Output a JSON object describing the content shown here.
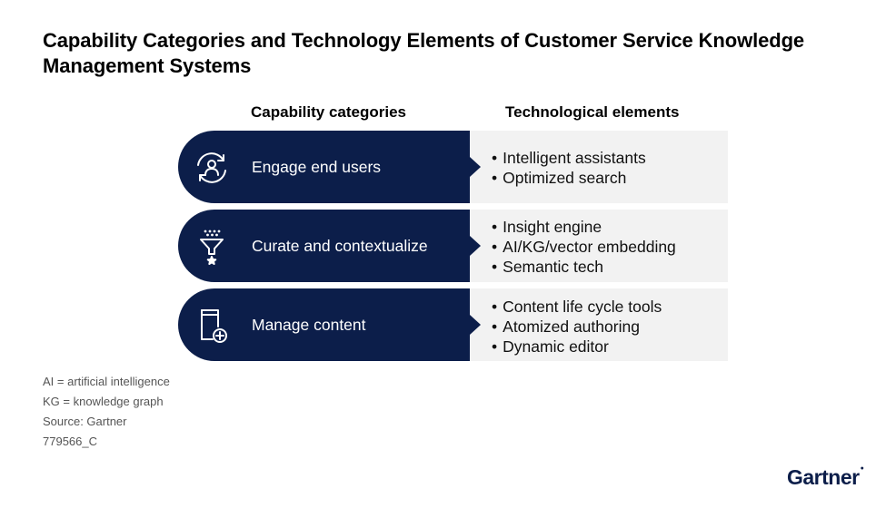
{
  "title": "Capability Categories and Technology Elements of Customer Service Knowledge Management Systems",
  "columns": {
    "left": "Capability categories",
    "right": "Technological elements"
  },
  "rows": [
    {
      "icon": "user-refresh-icon",
      "label": "Engage end users",
      "items": [
        "Intelligent assistants",
        "Optimized search"
      ]
    },
    {
      "icon": "funnel-star-icon",
      "label": "Curate and contextualize",
      "items": [
        "Insight engine",
        "AI/KG/vector embedding",
        "Semantic tech"
      ]
    },
    {
      "icon": "document-add-icon",
      "label": "Manage content",
      "items": [
        "Content life cycle tools",
        "Atomized authoring",
        "Dynamic editor"
      ]
    }
  ],
  "notes": [
    "AI = artificial intelligence",
    "KG = knowledge graph",
    "Source: Gartner",
    "779566_C"
  ],
  "logo": "Gartner",
  "colors": {
    "navy": "#0c1e4a",
    "panel": "#f2f2f2"
  }
}
